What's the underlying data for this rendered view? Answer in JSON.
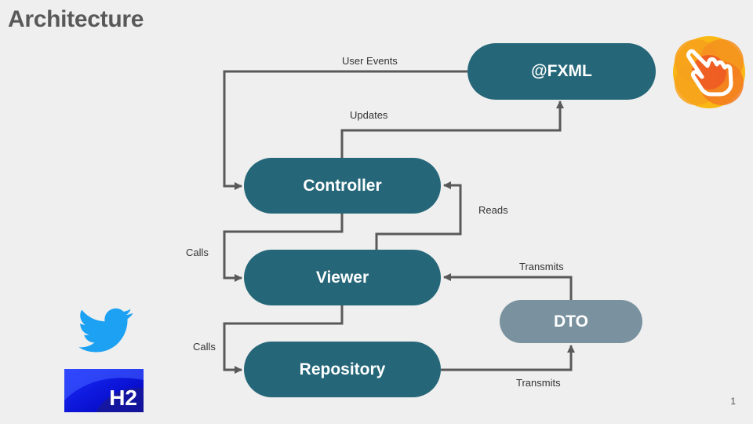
{
  "title": "Architecture",
  "nodes": {
    "fxml": "@FXML",
    "controller": "Controller",
    "viewer": "Viewer",
    "repository": "Repository",
    "dto": "DTO"
  },
  "edges": {
    "user_events": "User Events",
    "updates": "Updates",
    "reads": "Reads",
    "calls_1": "Calls",
    "calls_2": "Calls",
    "transmits_1": "Transmits",
    "transmits_2": "Transmits"
  },
  "logos": {
    "h2": "H2",
    "icons": [
      "touch-hand-icon",
      "twitter-bird-icon",
      "h2-database-icon"
    ]
  },
  "page_number": "1",
  "colors": {
    "node_primary": "#256779",
    "node_muted": "#7a929f",
    "arrow": "#595959",
    "background": "#efefef"
  }
}
